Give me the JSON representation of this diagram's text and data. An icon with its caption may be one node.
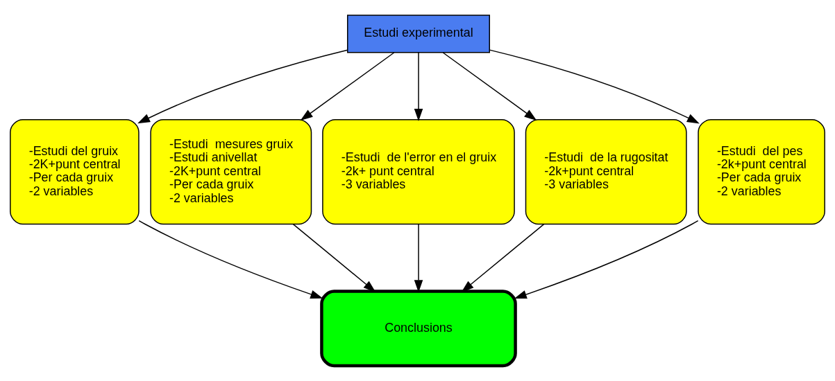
{
  "diagram": {
    "nodes": [
      {
        "text": [
          "Estudi experimental"
        ]
      },
      {
        "text": [
          "-Estudi del gruix",
          "-2K+punt central",
          "-Per cada gruix",
          "-2 variables"
        ]
      },
      {
        "text": [
          "-Estudi  mesures gruix",
          "-Estudi anivellat",
          "-2K+punt central",
          "-Per cada gruix",
          "-2 variables"
        ]
      },
      {
        "text": [
          "-Estudi  de l'error en el gruix",
          "-2k+ punt central",
          "-3 variables"
        ]
      },
      {
        "text": [
          "-Estudi  de la rugositat",
          "-2k+punt central",
          "-3 variables"
        ]
      },
      {
        "text": [
          "-Estudi  del pes",
          "-2k+punt central",
          "-Per cada gruix",
          "-2 variables"
        ]
      },
      {
        "text": [
          "Conclusions"
        ]
      }
    ],
    "edges": [
      {
        "from": 0,
        "to": 1,
        "arrow": "to"
      },
      {
        "from": 0,
        "to": 2,
        "arrow": "to"
      },
      {
        "from": 0,
        "to": 3,
        "arrow": "to"
      },
      {
        "from": 0,
        "to": 4,
        "arrow": "to"
      },
      {
        "from": 0,
        "to": 5,
        "arrow": "to"
      },
      {
        "from": 1,
        "to": 6,
        "arrow": "to"
      },
      {
        "from": 2,
        "to": 6,
        "arrow": "to"
      },
      {
        "from": 3,
        "to": 6,
        "arrow": "to"
      },
      {
        "from": 4,
        "to": 6,
        "arrow": "to"
      },
      {
        "from": 5,
        "to": 6,
        "arrow": "to"
      }
    ]
  }
}
